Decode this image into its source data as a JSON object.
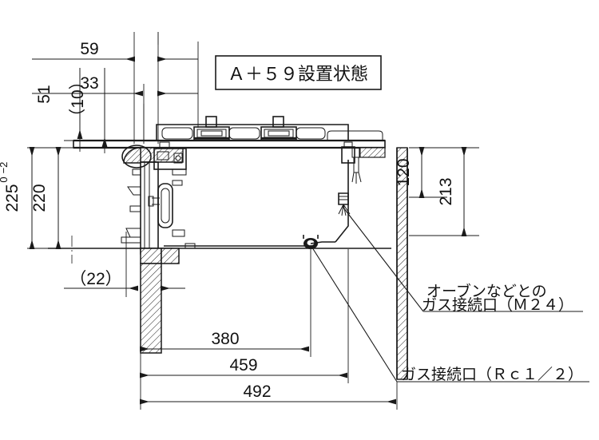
{
  "drawing": {
    "title_box": {
      "label": "Ａ＋５９設置状態"
    },
    "background_color": "#ffffff",
    "line_color": "#1a1a1a"
  },
  "dimensions": {
    "top": [
      {
        "name": "dim-59",
        "value": "59"
      },
      {
        "name": "dim-33",
        "value": "33"
      }
    ],
    "upper_left": [
      {
        "name": "dim-51",
        "value": "51"
      },
      {
        "name": "dim-10",
        "value": "（10）"
      }
    ],
    "left": [
      {
        "name": "dim-225",
        "value": "225",
        "tol_upper": "0",
        "tol_lower": "−2"
      },
      {
        "name": "dim-220",
        "value": "220"
      },
      {
        "name": "dim-22",
        "value": "（22）"
      }
    ],
    "right": [
      {
        "name": "dim-120",
        "value": "120"
      },
      {
        "name": "dim-213",
        "value": "213"
      }
    ],
    "bottom": [
      {
        "name": "dim-380",
        "value": "380"
      },
      {
        "name": "dim-459",
        "value": "459"
      },
      {
        "name": "dim-492",
        "value": "492"
      }
    ]
  },
  "annotations": [
    {
      "name": "oven-gas-port-callout",
      "line1": "オーブンなどとの",
      "line2": "ガス接続口（Ｍ２４）"
    },
    {
      "name": "gas-port-callout",
      "line1": "ガス接続口（Ｒｃ１／２）"
    }
  ]
}
